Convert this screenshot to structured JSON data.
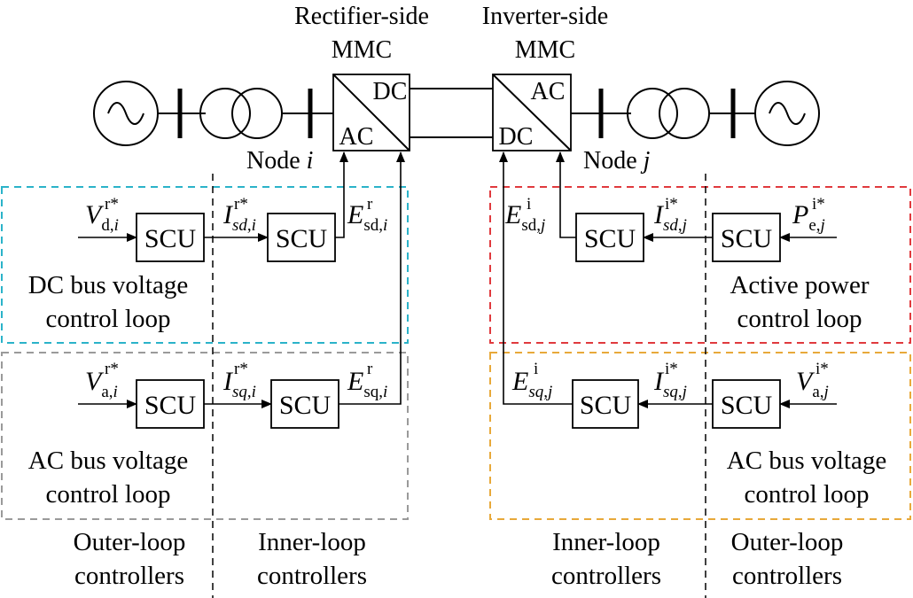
{
  "header": {
    "rectifier_line1": "Rectifier-side",
    "rectifier_line2": "MMC",
    "inverter_line1": "Inverter-side",
    "inverter_line2": "MMC"
  },
  "converters": {
    "rect_dc": "DC",
    "rect_ac": "AC",
    "inv_ac": "AC",
    "inv_dc": "DC"
  },
  "nodes": {
    "node_i_prefix": "Node ",
    "node_i_var": "i",
    "node_j_prefix": "Node ",
    "node_j_var": "j"
  },
  "blocks": {
    "scu": "SCU"
  },
  "signals": {
    "vd_ri": {
      "base": "V",
      "sub": "d,",
      "subvar": "i",
      "sup": "r*"
    },
    "isd_ri": {
      "base": "I",
      "sub": "sd,",
      "subvar": "i",
      "sup": "r*",
      "subitalic": true
    },
    "esd_ri": {
      "base": "E",
      "sub": "sd,",
      "subvar": "i",
      "sup": "r"
    },
    "va_ri": {
      "base": "V",
      "sub": "a,",
      "subvar": "i",
      "sup": "r*"
    },
    "isq_ri": {
      "base": "I",
      "sub": "sq,",
      "subvar": "i",
      "sup": "r*",
      "subitalic": true
    },
    "esq_ri": {
      "base": "E",
      "sub": "sq,",
      "subvar": "i",
      "sup": "r"
    },
    "esd_ij": {
      "base": "E",
      "sub": "sd,",
      "subvar": "j",
      "sup": "i"
    },
    "isd_ij": {
      "base": "I",
      "sub": "sd,",
      "subvar": "j",
      "sup": "i*",
      "subitalic": true
    },
    "pe_ij": {
      "base": "P",
      "sub": "e,",
      "subvar": "j",
      "sup": "i*"
    },
    "esq_ij": {
      "base": "E",
      "sub": "sq,",
      "subvar": "j",
      "sup": "i",
      "subitalic": true
    },
    "isq_ij": {
      "base": "I",
      "sub": "sq,",
      "subvar": "j",
      "sup": "i*",
      "subitalic": true
    },
    "va_ij": {
      "base": "V",
      "sub": "a,",
      "subvar": "j",
      "sup": "i*"
    }
  },
  "loops": {
    "dc_bus_line1": "DC bus voltage",
    "dc_bus_line2": "control loop",
    "ac_bus_left_line1": "AC bus voltage",
    "ac_bus_left_line2": "control loop",
    "active_power_line1": "Active power",
    "active_power_line2": "control loop",
    "ac_bus_right_line1": "AC bus voltage",
    "ac_bus_right_line2": "control loop"
  },
  "footer": {
    "outer_left_line1": "Outer-loop",
    "outer_left_line2": "controllers",
    "inner_left_line1": "Inner-loop",
    "inner_left_line2": "controllers",
    "inner_right_line1": "Inner-loop",
    "inner_right_line2": "controllers",
    "outer_right_line1": "Outer-loop",
    "outer_right_line2": "controllers"
  },
  "colors": {
    "dc_bus_loop": "#2bb3c9",
    "ac_bus_left_loop": "#9a9a9a",
    "active_power_loop": "#e03a3e",
    "ac_bus_right_loop": "#e8a93a"
  },
  "icons": {
    "ac_source": "ac-source-icon",
    "transformer": "transformer-icon",
    "converter": "converter-icon"
  }
}
